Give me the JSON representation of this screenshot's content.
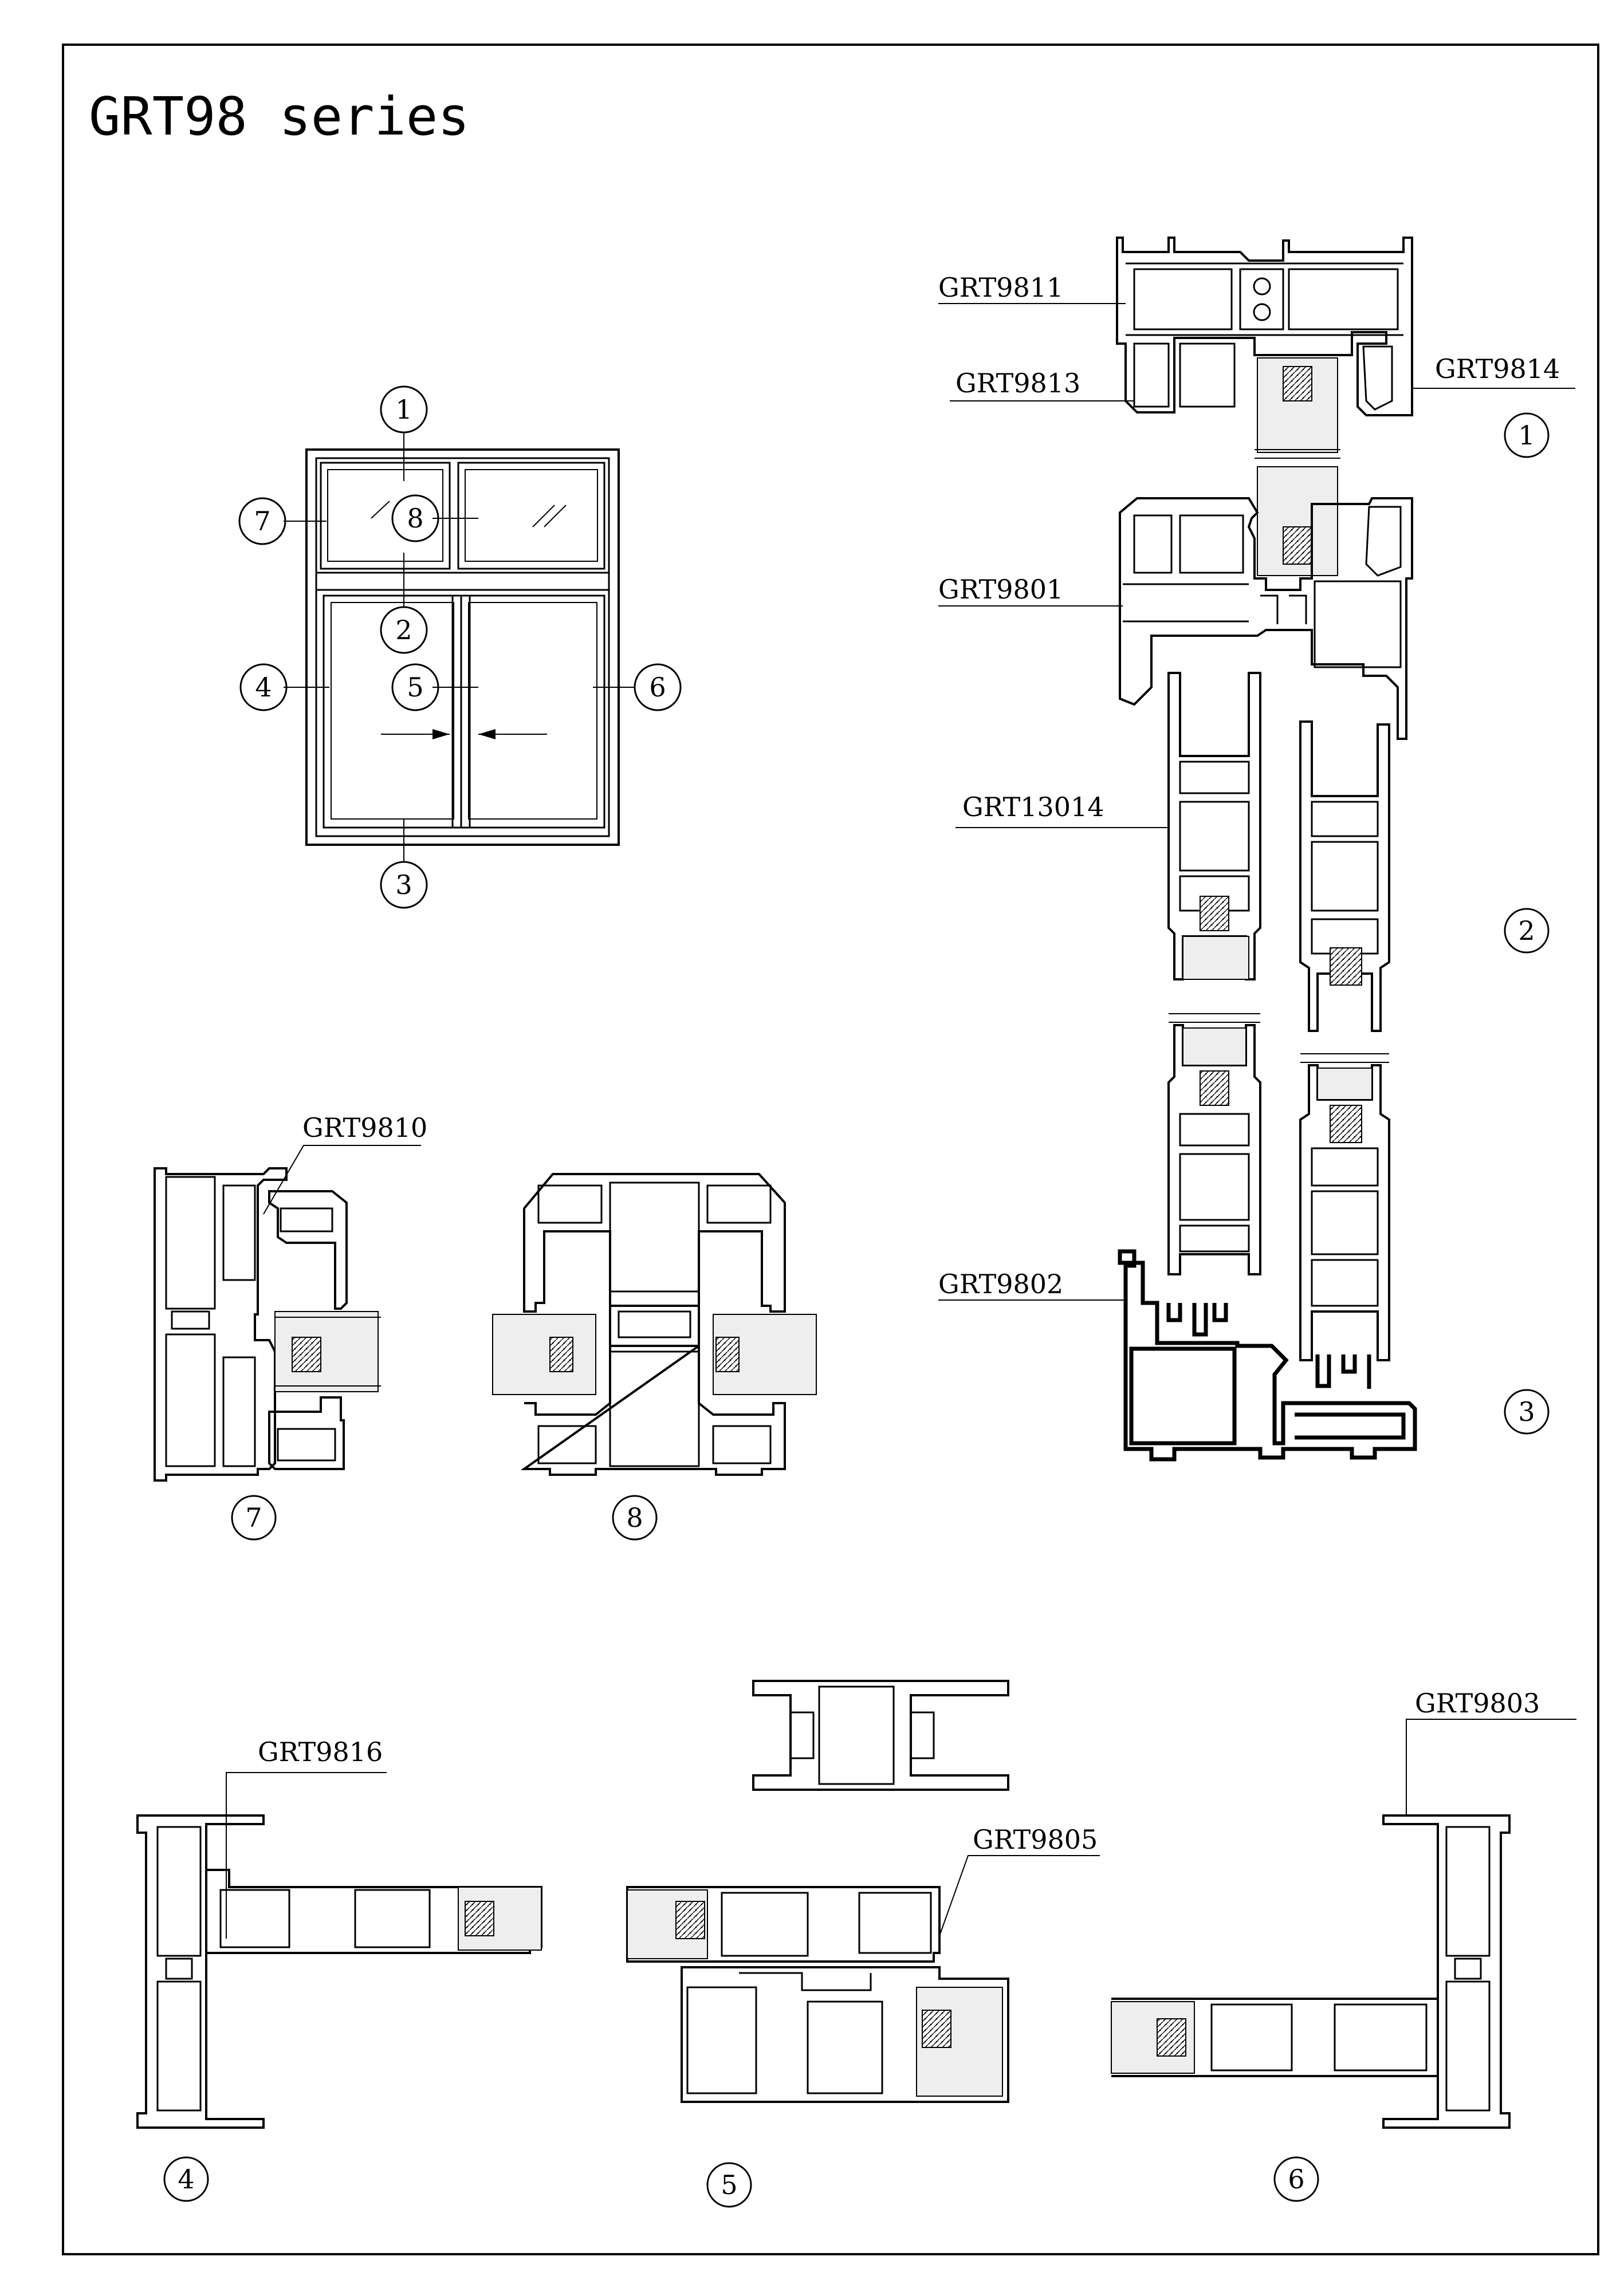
{
  "title": "GRT98 series",
  "profiles": {
    "p9811": "GRT9811",
    "p9813": "GRT9813",
    "p9814": "GRT9814",
    "p9801": "GRT9801",
    "p13014": "GRT13014",
    "p9802": "GRT9802",
    "p9810": "GRT9810",
    "p9816": "GRT9816",
    "p9805": "GRT9805",
    "p9803": "GRT9803"
  },
  "markers": [
    "1",
    "2",
    "3",
    "4",
    "5",
    "6",
    "7",
    "8"
  ]
}
